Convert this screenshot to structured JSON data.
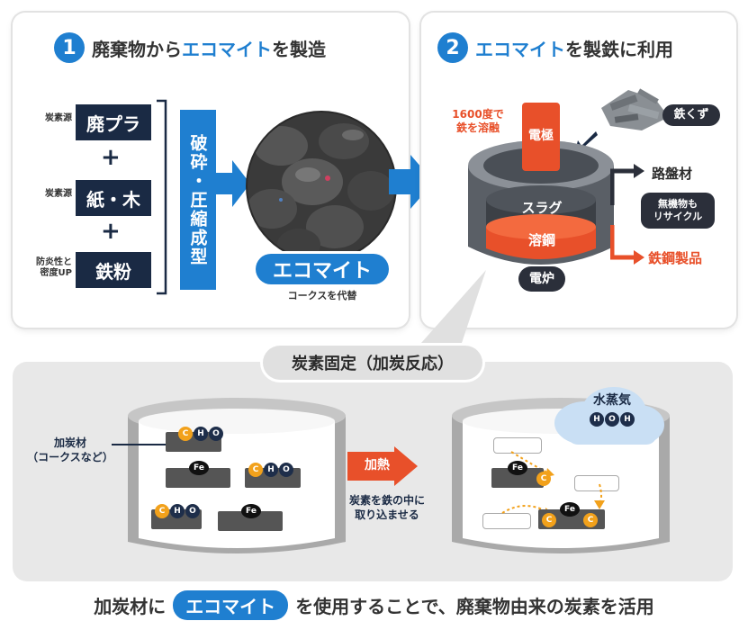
{
  "step1": {
    "number": "1",
    "title_prefix": "廃棄物から",
    "title_highlight": "エコマイト",
    "title_suffix": "を製造",
    "materials": [
      {
        "label": "炭素源",
        "name": "廃プラ"
      },
      {
        "label": "炭素源",
        "name": "紙・木"
      },
      {
        "label": "防炎性と\n密度UP",
        "name": "鉄粉"
      }
    ],
    "plus": "+",
    "process": "破砕・圧縮成型",
    "product_name": "エコマイト",
    "product_caption": "コークスを代替"
  },
  "step2": {
    "number": "2",
    "title_highlight": "エコマイト",
    "title_suffix": "を製鉄に利用",
    "temp_note": "1600度で\n鉄を溶融",
    "electrode": "電極",
    "scrap": "鉄くず",
    "slag": "スラグ",
    "molten_steel": "溶鋼",
    "furnace": "電炉",
    "roadbed": "路盤材",
    "recycle_note": "無機物も\nリサイクル",
    "steel_products": "鉄鋼製品"
  },
  "step3": {
    "title": "炭素固定（加炭反応）",
    "carburizer_label": "加炭材\n（コークスなど）",
    "heat": "加熱",
    "heat_caption": "炭素を鉄の中に\n取り込ませる",
    "steam": "水蒸気",
    "atoms": {
      "c": "C",
      "h": "H",
      "o": "O",
      "fe": "Fe"
    }
  },
  "caption": {
    "prefix": "加炭材に",
    "highlight": "エコマイト",
    "suffix": "を使用することで、廃棄物由来の炭素を活用"
  },
  "colors": {
    "blue": "#1f7fd0",
    "navy": "#1a2a44",
    "red_orange": "#e8502a",
    "carbon_orange": "#f2a11b"
  }
}
